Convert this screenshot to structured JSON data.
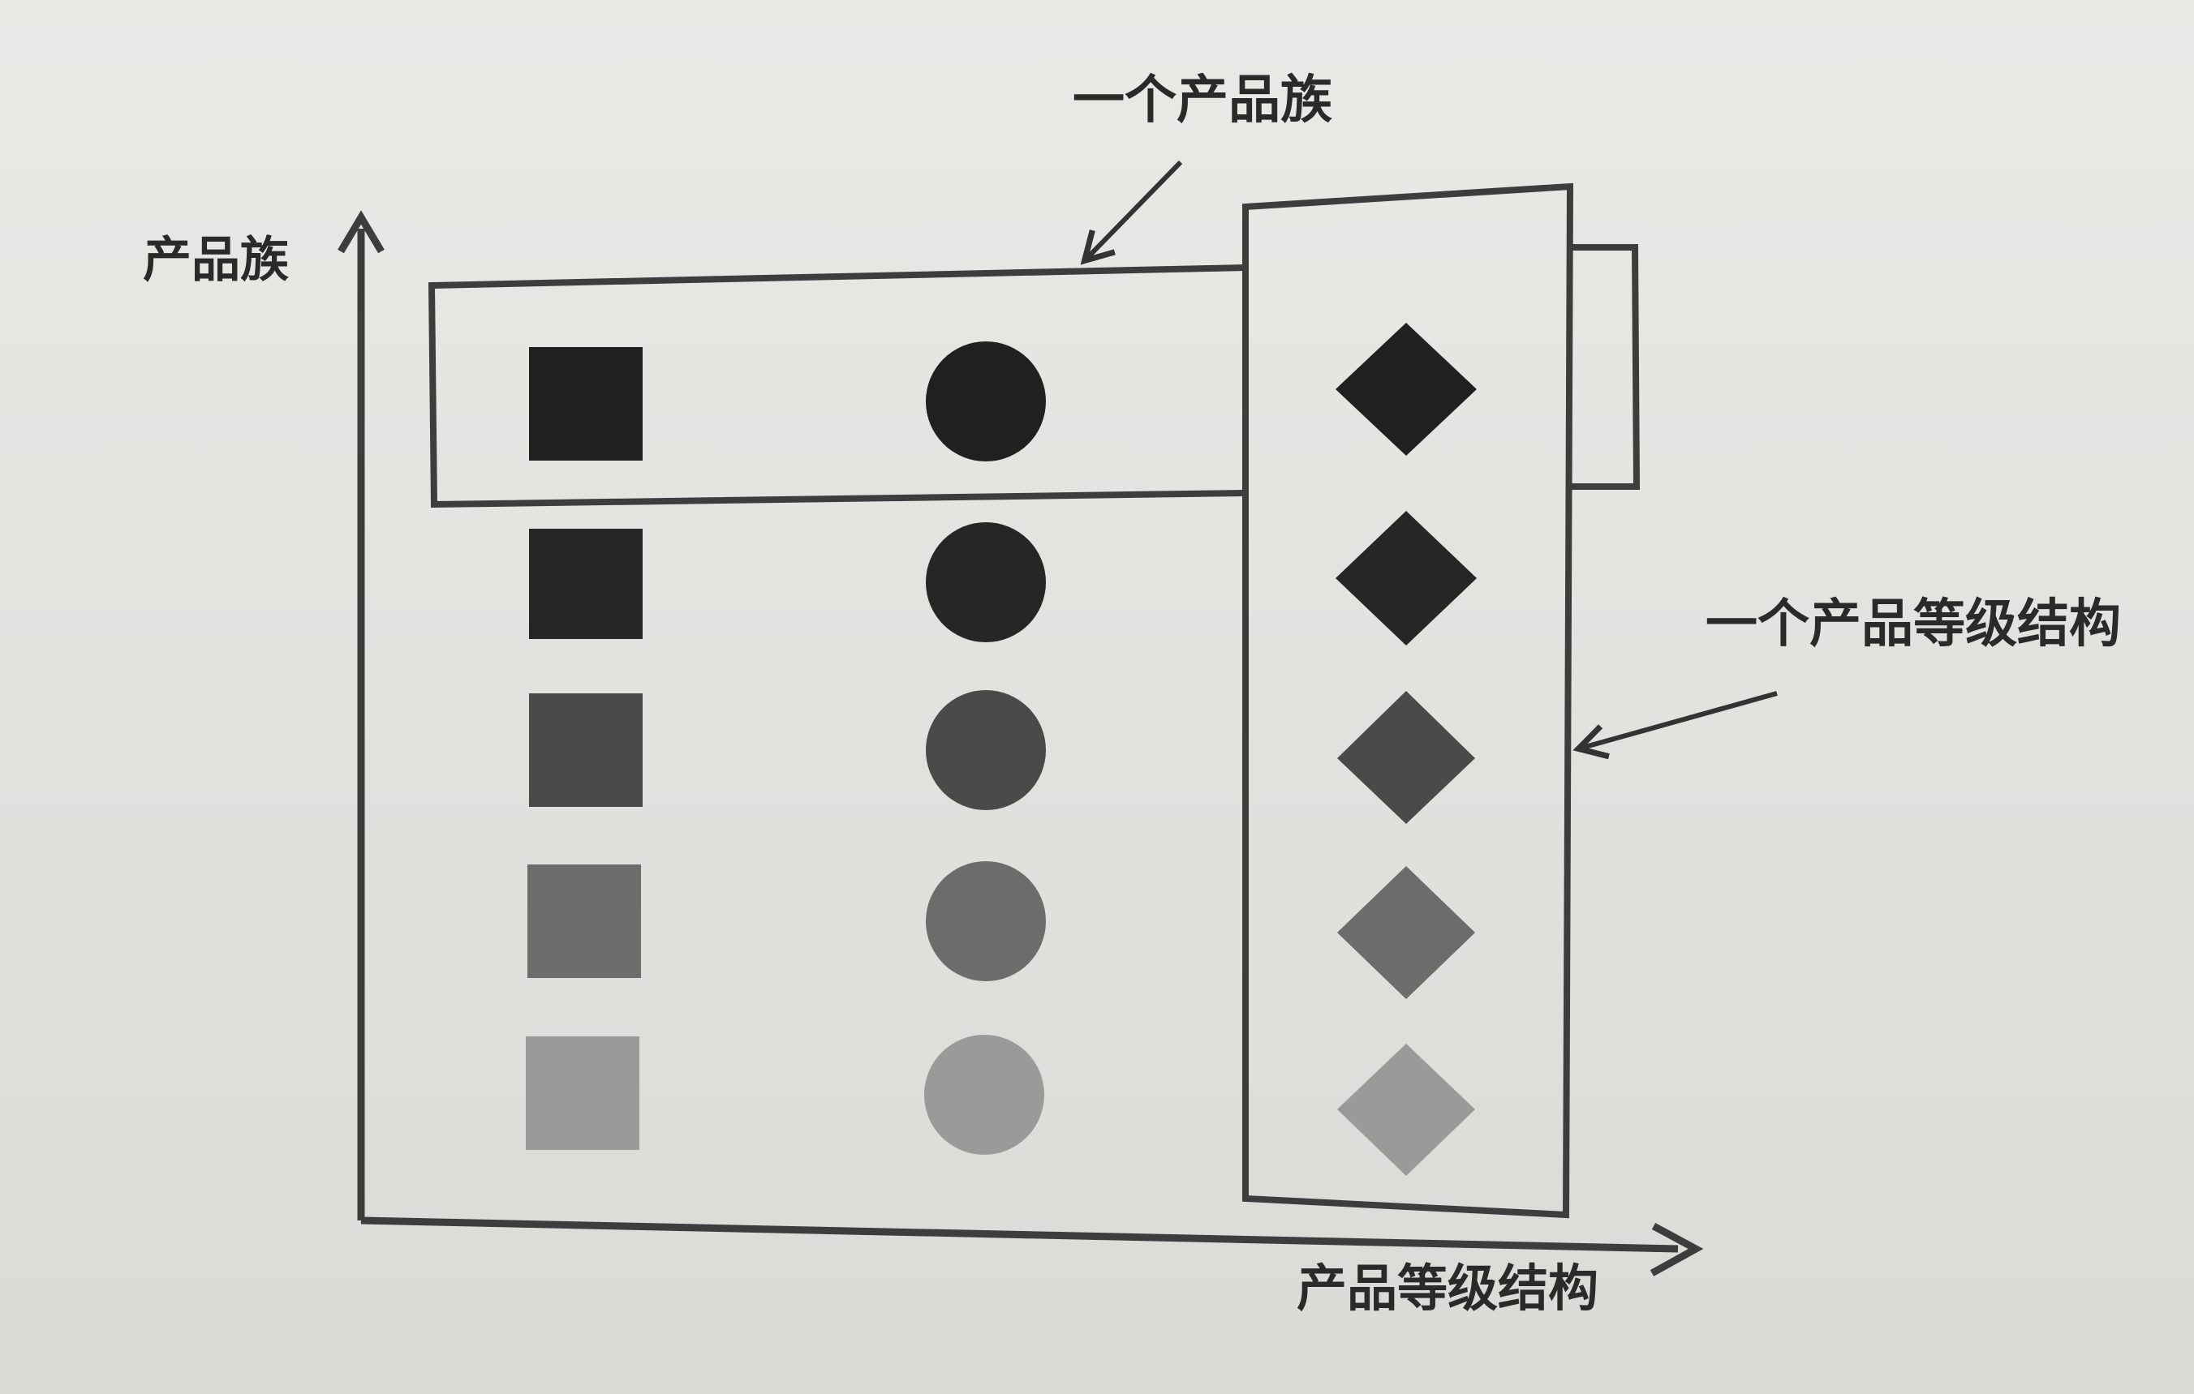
{
  "axes": {
    "y_label": "产品族",
    "x_label": "产品等级结构"
  },
  "annotations": {
    "product_family": "一个产品族",
    "product_level_structure": "一个产品等级结构"
  },
  "grid": {
    "columns": [
      "square",
      "circle",
      "diamond"
    ],
    "rows": 5,
    "row_fill_colors": [
      "#202020",
      "#262626",
      "#4a4a4a",
      "#6c6c6c",
      "#9a9a9a"
    ]
  },
  "colors": {
    "ink": "#3a3a3a",
    "background": "#e6e6e3"
  }
}
